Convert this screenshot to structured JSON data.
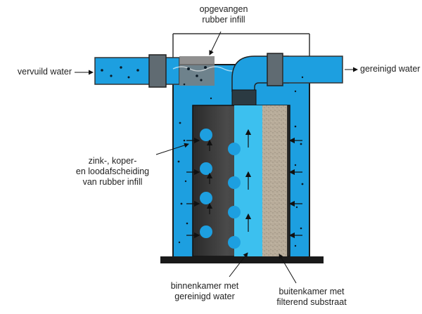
{
  "labels": {
    "captured_infill": "opgevangen\nrubber infill",
    "dirty_water": "vervuild water",
    "clean_water": "gereinigd water",
    "metal_separation": "zink-, koper-\nen loodafscheiding\nvan rubber infill",
    "inner_chamber": "binnenkamer met\ngereinigd water",
    "outer_chamber": "buitenkamer met\nfilterend substraat"
  },
  "colors": {
    "water": "#1d9fe0",
    "inner_channel": "#3cc0ef",
    "filter_cylinder": "#3c3c3c",
    "substrate": "#b7aa98",
    "pipe": "#2b3a42",
    "base": "#1a1a1a",
    "infill": "#555555"
  }
}
